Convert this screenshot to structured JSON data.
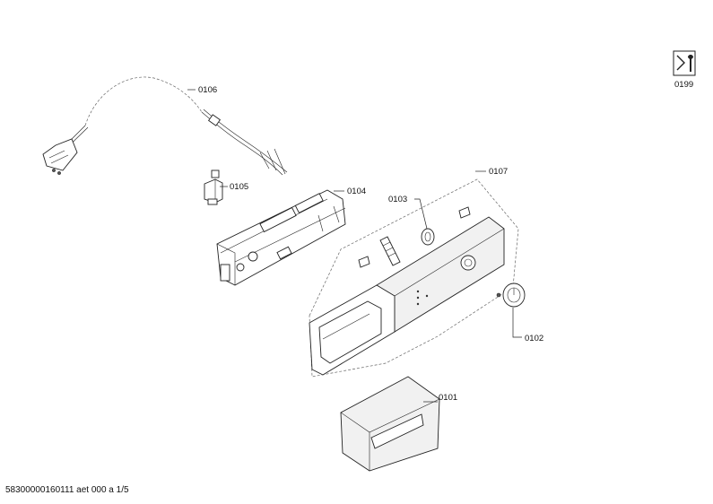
{
  "diagram": {
    "parts": [
      {
        "key": "p0106",
        "label": "0106",
        "name": "power-cord"
      },
      {
        "key": "p0105",
        "label": "0105",
        "name": "interference-filter"
      },
      {
        "key": "p0104",
        "label": "0104",
        "name": "electronic-module"
      },
      {
        "key": "p0103",
        "label": "0103",
        "name": "selector-knob-insert"
      },
      {
        "key": "p0107",
        "label": "0107",
        "name": "control-panel-fascia"
      },
      {
        "key": "p0102",
        "label": "0102",
        "name": "program-selector-knob"
      },
      {
        "key": "p0101",
        "label": "0101",
        "name": "detergent-drawer-handle"
      }
    ],
    "service_icon": {
      "label": "0199",
      "icon": "service-tool-icon"
    }
  },
  "footer": {
    "text": "58300000160111 aet 000 a 1/5"
  }
}
